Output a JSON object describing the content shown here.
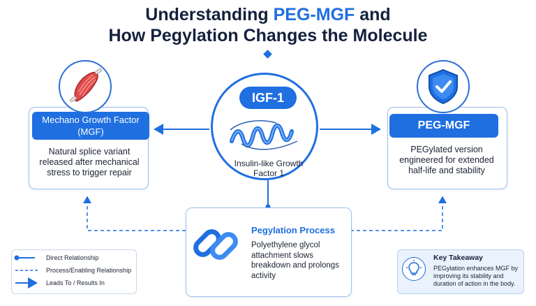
{
  "title": {
    "line1_prefix": "Understanding ",
    "line1_accent": "PEG-MGF",
    "line1_suffix": " and",
    "line2": "How Pegylation Changes the Molecule"
  },
  "center": {
    "label": "IGF-1",
    "description": "Insulin-like Growth Factor 1",
    "icon": "protein-ribbon-icon"
  },
  "left": {
    "label": "Mechano Growth Factor (MGF)",
    "description": "Natural splice variant released after mechanical stress to trigger repair",
    "icon": "muscle-icon"
  },
  "right": {
    "label": "PEG-MGF",
    "description": "PEGylated version engineered for extended half-life and stability",
    "icon": "shield-check-icon"
  },
  "process": {
    "title": "Pegylation Process",
    "description": "Polyethylene glycol attachment slows breakdown and prolongs activity",
    "icon": "chain-link-icon"
  },
  "legend": {
    "items": [
      {
        "label": "Direct Relationship",
        "style": "solid-dot"
      },
      {
        "label": "Process/Enabling Relationship",
        "style": "dashed"
      },
      {
        "label": "Leads To / Results In",
        "style": "arrow"
      }
    ]
  },
  "takeaway": {
    "title": "Key Takeaway",
    "description": "PEGylation enhances MGF by improving its stability and duration of action in the body.",
    "icon": "lightbulb-icon"
  },
  "colors": {
    "accent": "#1f6fe0",
    "title": "#14213d",
    "border": "#9dc0ee",
    "takeaway_bg": "#eaf2fd"
  }
}
